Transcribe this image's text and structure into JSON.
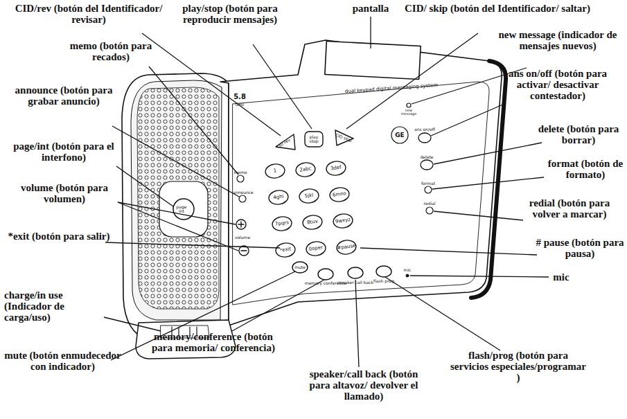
{
  "diagram": {
    "labels": [
      "CID/rev (botón del Identificador/ revisar)",
      "play/stop (botón para reproducir mensajes)",
      "pantalla",
      "CID/ skip (botón del Identificador/ saltar)",
      "new message (indicador de mensajes nuevos)",
      "memo (botón para recados)",
      "ans on/off (botón para activar/ desactivar contestador)",
      "announce (botón para grabar anuncio)",
      "delete (botón para borrar)",
      "page/int (botón para el interfono)",
      "format (botón de formato)",
      "volume (botón para volumen)",
      "redial (botón para volver a marcar)",
      "*exit (botón para salir)",
      "# pause (botón para pausa)",
      "mic",
      "charge/in use (Indicador de carga/uso)",
      "mute (botón enmudecedor con indicador)",
      "memory/conference (botón para memoria/ conferencia)",
      "speaker/call back (botón para altavoz/ devolver el llamado)",
      "flash/prog (botón para servicios especiales/programar )",
      "dual keypad digital messaging system",
      "5.8",
      "GHz",
      "new message",
      "CID rev",
      "play stop",
      "CID skip",
      "GE",
      "ans on/off",
      "delete",
      "format",
      "redial",
      "memo",
      "announce",
      "page int",
      "volume",
      "1",
      "2abc",
      "3def",
      "4ghi",
      "5jkl",
      "6mno",
      "7pqrs",
      "8tuv",
      "9wxyz",
      "*exit",
      "0oper",
      "#pause",
      "mute",
      "memory conference",
      "speaker call back",
      "flash prog",
      "mic"
    ]
  }
}
